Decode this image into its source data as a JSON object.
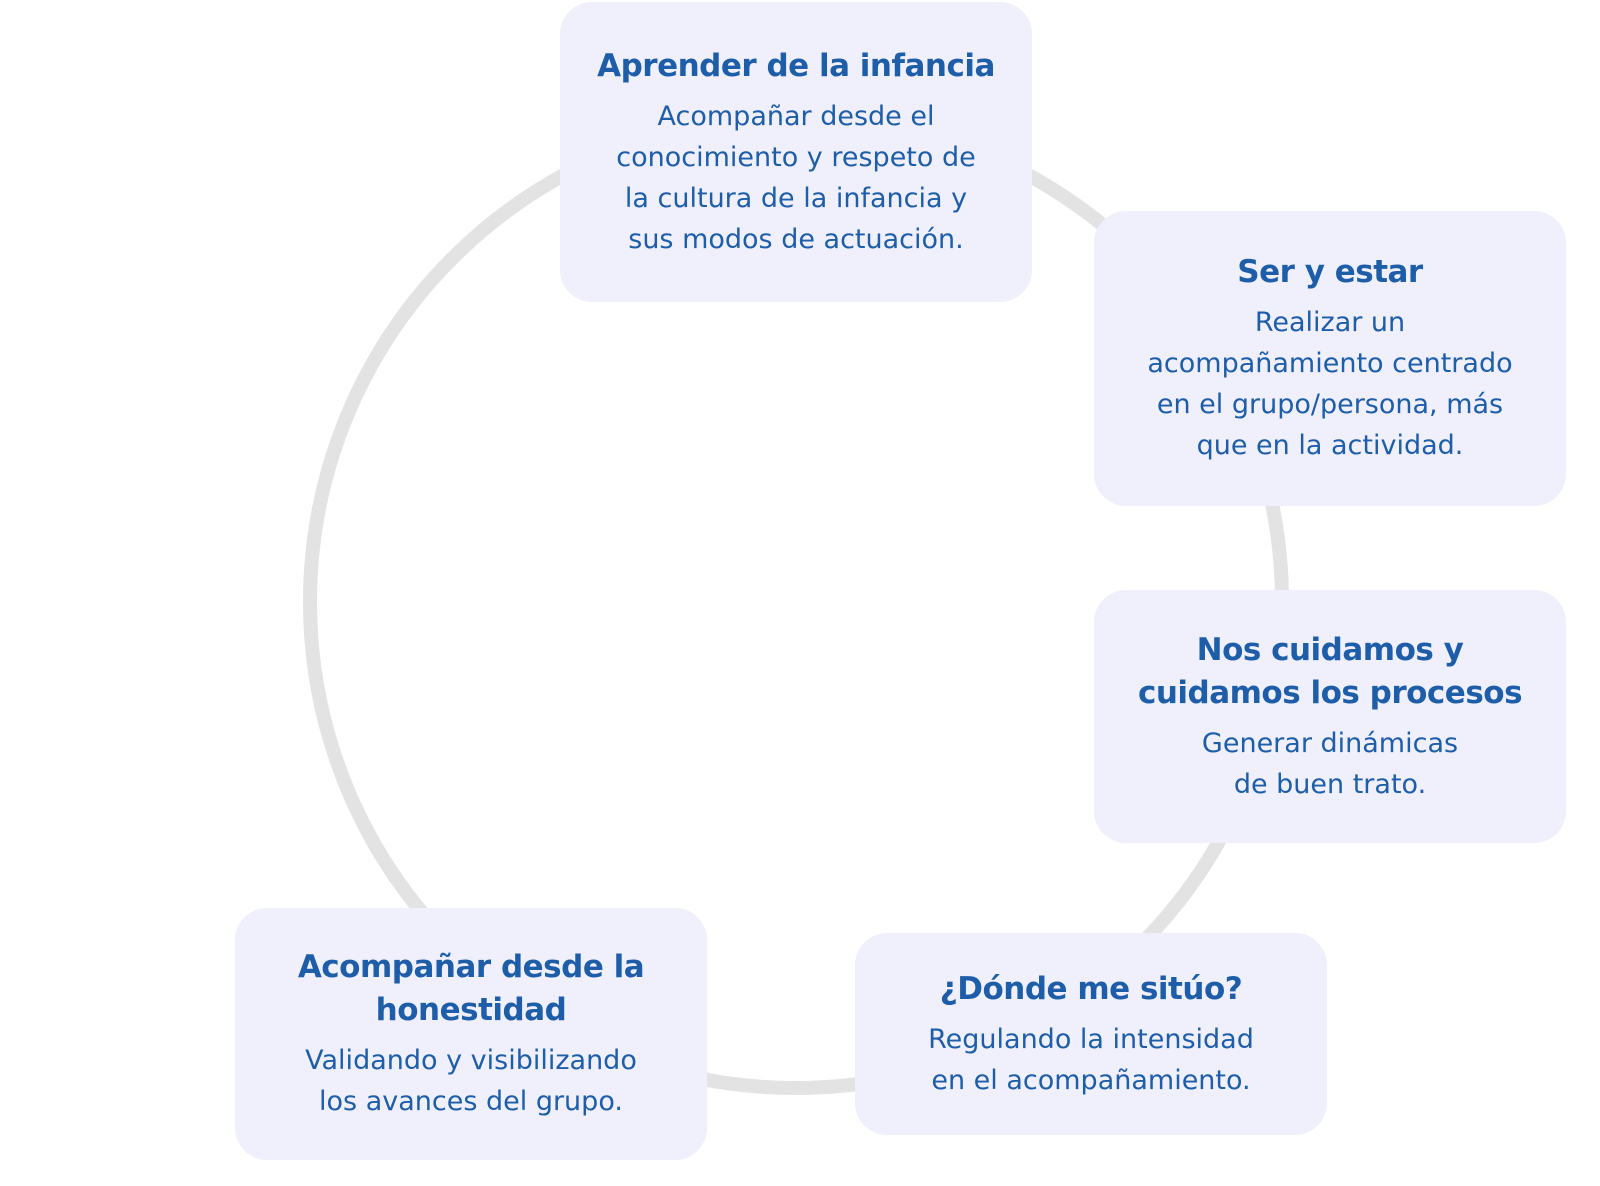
{
  "colors": {
    "ring": "#e3e3e3",
    "card_bg": "#eff0fb",
    "text": "#1e5ea9"
  },
  "cards": [
    {
      "title": [
        "Aprender de la infancia"
      ],
      "body": [
        "Acompañar desde el",
        "conocimiento y respeto de",
        "la cultura de la infancia y",
        "sus modos de actuación."
      ]
    },
    {
      "title": [
        "Ser y estar"
      ],
      "body": [
        "Realizar un",
        "acompañamiento centrado",
        "en el grupo/persona, más",
        "que en la actividad."
      ]
    },
    {
      "title": [
        "Nos cuidamos y",
        "cuidamos los procesos"
      ],
      "body": [
        "Generar dinámicas",
        "de buen trato."
      ]
    },
    {
      "title": [
        "¿Dónde me sitúo?"
      ],
      "body": [
        "Regulando la intensidad",
        "en el acompañamiento."
      ]
    },
    {
      "title": [
        "Acompañar desde la",
        "honestidad"
      ],
      "body": [
        "Validando y visibilizando",
        "los avances del grupo."
      ]
    }
  ]
}
